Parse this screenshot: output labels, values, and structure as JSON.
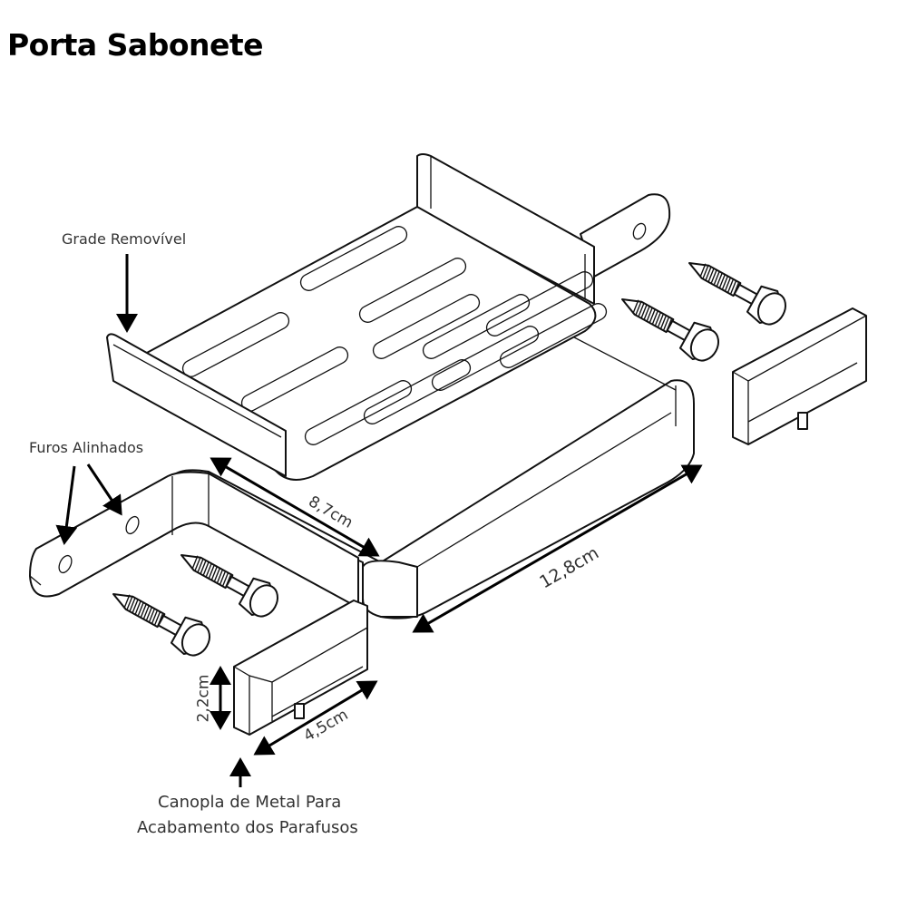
{
  "title": "Porta Sabonete",
  "labels": {
    "grade": "Grade Removível",
    "furos": "Furos Alinhados",
    "canopla_line1": "Canopla de Metal Para",
    "canopla_line2": "Acabamento dos Parafusos"
  },
  "dimensions": {
    "depth": "8,7cm",
    "width": "12,8cm",
    "height": "2,2cm",
    "canopla_length": "4,5cm"
  }
}
